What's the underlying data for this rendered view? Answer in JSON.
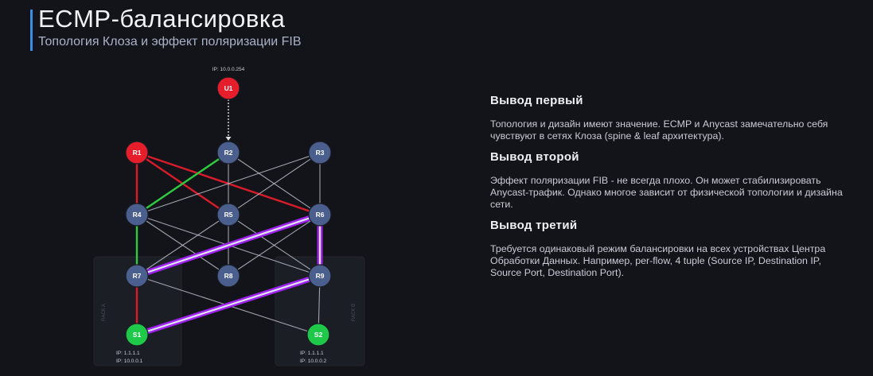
{
  "header": {
    "title": "ECMP-балансировка",
    "subtitle": "Топология Клоза и эффект поляризации FIB"
  },
  "diagram": {
    "colors": {
      "node_default": "#4a5f8e",
      "node_red": "#e61e2b",
      "node_green": "#1ec94a",
      "edge_default": "#b8bcc8",
      "edge_red": "#d81c2a",
      "edge_green": "#2ecc40",
      "edge_purple": "#a020f0"
    },
    "nodes": [
      {
        "id": "U1",
        "label": "U1",
        "color": "red"
      },
      {
        "id": "R1",
        "label": "R1",
        "color": "red"
      },
      {
        "id": "R2",
        "label": "R2",
        "color": "default"
      },
      {
        "id": "R3",
        "label": "R3",
        "color": "default"
      },
      {
        "id": "R4",
        "label": "R4",
        "color": "default"
      },
      {
        "id": "R5",
        "label": "R5",
        "color": "default"
      },
      {
        "id": "R6",
        "label": "R6",
        "color": "default"
      },
      {
        "id": "R7",
        "label": "R7",
        "color": "default"
      },
      {
        "id": "R8",
        "label": "R8",
        "color": "default"
      },
      {
        "id": "R9",
        "label": "R9",
        "color": "default"
      },
      {
        "id": "S1",
        "label": "S1",
        "color": "green"
      },
      {
        "id": "S2",
        "label": "S2",
        "color": "green"
      }
    ],
    "u1_ip": "IP: 10.0.0.254",
    "s1_ip": [
      "IP: 1.1.1.1",
      "IP: 10.0.0.1"
    ],
    "s2_ip": [
      "IP: 1.1.1.1",
      "IP: 10.0.0.2"
    ],
    "rack_labels": [
      "RACK A",
      "RACK B"
    ],
    "edges": [
      {
        "from": "U1",
        "to": "R2",
        "style": "dotted"
      },
      {
        "from": "R1",
        "to": "R4",
        "style": "red"
      },
      {
        "from": "R1",
        "to": "R5",
        "style": "red"
      },
      {
        "from": "R1",
        "to": "R6",
        "style": "red"
      },
      {
        "from": "R2",
        "to": "R4",
        "style": "green"
      },
      {
        "from": "R2",
        "to": "R5",
        "style": "default"
      },
      {
        "from": "R2",
        "to": "R6",
        "style": "default"
      },
      {
        "from": "R3",
        "to": "R4",
        "style": "default"
      },
      {
        "from": "R3",
        "to": "R5",
        "style": "default"
      },
      {
        "from": "R3",
        "to": "R6",
        "style": "default"
      },
      {
        "from": "R4",
        "to": "R7",
        "style": "green"
      },
      {
        "from": "R4",
        "to": "R8",
        "style": "default"
      },
      {
        "from": "R4",
        "to": "R9",
        "style": "default"
      },
      {
        "from": "R5",
        "to": "R7",
        "style": "default"
      },
      {
        "from": "R5",
        "to": "R8",
        "style": "default"
      },
      {
        "from": "R5",
        "to": "R9",
        "style": "default"
      },
      {
        "from": "R6",
        "to": "R7",
        "style": "purple"
      },
      {
        "from": "R6",
        "to": "R8",
        "style": "default"
      },
      {
        "from": "R6",
        "to": "R9",
        "style": "purple"
      },
      {
        "from": "R7",
        "to": "S1",
        "style": "red"
      },
      {
        "from": "R7",
        "to": "S2",
        "style": "default"
      },
      {
        "from": "R9",
        "to": "S1",
        "style": "purple"
      },
      {
        "from": "R9",
        "to": "S2",
        "style": "default"
      }
    ]
  },
  "notes": [
    {
      "heading": "Вывод первый",
      "body": "Топология и дизайн имеют значение. ECMP и Anycast замечательно себя чувствуют в сетях Клоза (spine & leaf архитектура)."
    },
    {
      "heading": "Вывод второй",
      "body": "Эффект поляризации FIB - не всегда плохо. Он может стабилизировать Anycast-трафик. Однако многое зависит от физической топологии и дизайна сети."
    },
    {
      "heading": "Вывод третий",
      "body": "Требуется одинаковый режим балансировки на всех устройствах Центра Обработки Данных. Например, per-flow, 4 tuple (Source IP, Destination IP, Source Port, Destination Port)."
    }
  ]
}
